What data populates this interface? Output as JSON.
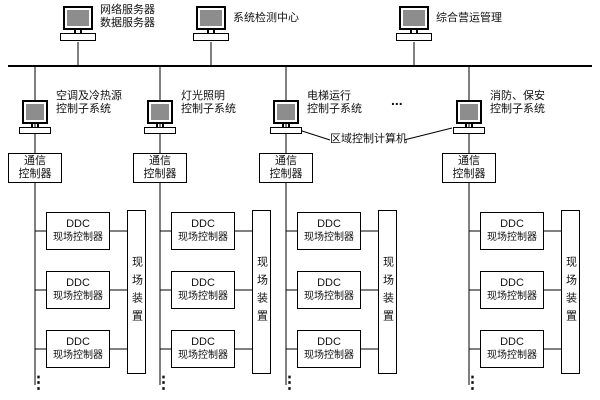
{
  "top_servers": [
    {
      "line1": "网络服务器",
      "line2": "数据服务器"
    },
    {
      "line1": "系统检测中心"
    },
    {
      "line1": "综合营运管理"
    }
  ],
  "regional_computer_label": "区域控制计算机",
  "top_ellipsis": "...",
  "bottom_dots": "⋮",
  "columns": [
    {
      "subsystem1": "空调及冷热源",
      "subsystem2": "控制子系统",
      "comm1": "通信",
      "comm2": "控制器",
      "ddc1": "DDC",
      "ddc2": "现场控制器",
      "field": "现场装置"
    },
    {
      "subsystem1": "灯光照明",
      "subsystem2": "控制子系统",
      "comm1": "通信",
      "comm2": "控制器",
      "ddc1": "DDC",
      "ddc2": "现场控制器",
      "field": "现场装置"
    },
    {
      "subsystem1": "电梯运行",
      "subsystem2": "控制子系统",
      "comm1": "通信",
      "comm2": "控制器",
      "ddc1": "DDC",
      "ddc2": "现场控制器",
      "field": "现场装置"
    },
    {
      "subsystem1": "消防、保安",
      "subsystem2": "控制子系统",
      "comm1": "通信",
      "comm2": "控制器",
      "ddc1": "DDC",
      "ddc2": "现场控制器",
      "field": "现场装置"
    }
  ]
}
